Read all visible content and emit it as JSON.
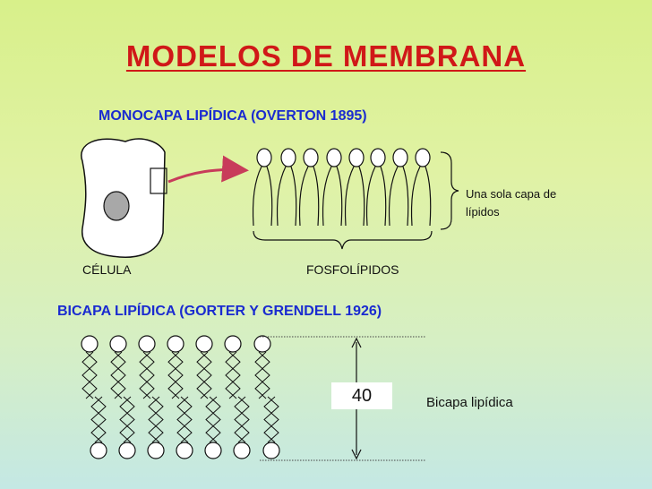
{
  "slide": {
    "title": "MODELOS DE MEMBRANA",
    "monolayer": {
      "heading": "MONOCAPA LIPÍDICA (OVERTON 1895)",
      "cell_label": "CÉLULA",
      "phospholipids_label": "FOSFOLÍPIDOS",
      "note": "Una sola capa de lípidos"
    },
    "bilayer": {
      "heading": "BICAPA LIPÍDICA (GORTER Y GRENDELL  1926)",
      "thickness_value": "40",
      "label": "Bicapa lipídica"
    },
    "colors": {
      "title": "#d01818",
      "heading": "#1a2bd0",
      "arrow": "#c83c5a",
      "nucleus": "#a8a8a8"
    }
  }
}
